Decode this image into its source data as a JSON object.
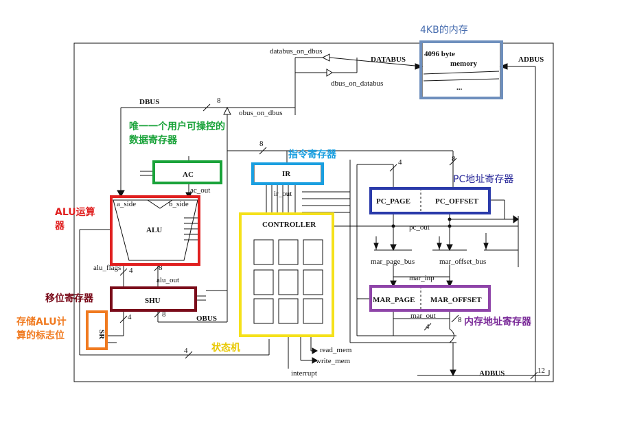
{
  "memory": {
    "top_title": "4KB的内存",
    "size_line1": "4096  byte",
    "size_line2": "memory",
    "dots": "..."
  },
  "buses": {
    "databus": "DATABUS",
    "adbus_top": "ADBUS",
    "dbus": "DBUS",
    "adbus_bottom": "ADBUS",
    "obus": "OBUS",
    "adbus_width": "12"
  },
  "signals": {
    "databus_on_dbus": "databus_on_dbus",
    "dbus_on_databus": "dbus_on_databus",
    "obus_on_dbus": "obus_on_dbus",
    "ac_out": "ac_out",
    "ir_out": "ir_out",
    "a_side": "a_side",
    "b_side": "b_side",
    "alu_flags": "alu_flags",
    "alu_out": "alu_out",
    "pc_out": "pc_out",
    "mar_page_bus": "mar_page_bus",
    "mar_offset_bus": "mar_offset_bus",
    "mar_inp": "mar_inp",
    "mar_out": "mar_out",
    "read_mem": "read_mem",
    "write_mem": "write_mem",
    "interrupt": "interrupt"
  },
  "widths": {
    "w8": "8",
    "w4": "4"
  },
  "blocks": {
    "ac": "AC",
    "ir": "IR",
    "alu": "ALU",
    "shu": "SHU",
    "sr": "SR",
    "controller": "CONTROLLER",
    "pc_page": "PC_PAGE",
    "pc_offset": "PC_OFFSET",
    "mar_page": "MAR_PAGE",
    "mar_offset": "MAR_OFFSET"
  },
  "annotations": {
    "ac": "唯一一个用户可操控的数据寄存器",
    "ir": "指令寄存器",
    "pc": "PC地址寄存器",
    "alu": "ALU运算器",
    "shu": "移位寄存器",
    "sr": "存储ALU计算的标志位",
    "controller": "状态机",
    "mar": "内存地址寄存器"
  },
  "colors": {
    "memory": "#6e8fbd",
    "ac": "#1aa33a",
    "ir": "#1a9fe0",
    "pc": "#2a3aaa",
    "alu": "#e02020",
    "shu": "#7a0b1a",
    "sr": "#f07a20",
    "controller": "#f5e11a",
    "mar": "#8e44a8",
    "text_memory": "#4a6fb0",
    "text_ac": "#1aa33a",
    "text_ir": "#1a9fe0",
    "text_pc": "#2a2a9a",
    "text_alu": "#e02020",
    "text_shu": "#7a0b1a",
    "text_sr": "#f07a20",
    "text_controller": "#e8c800",
    "text_mar": "#7a2a98"
  }
}
